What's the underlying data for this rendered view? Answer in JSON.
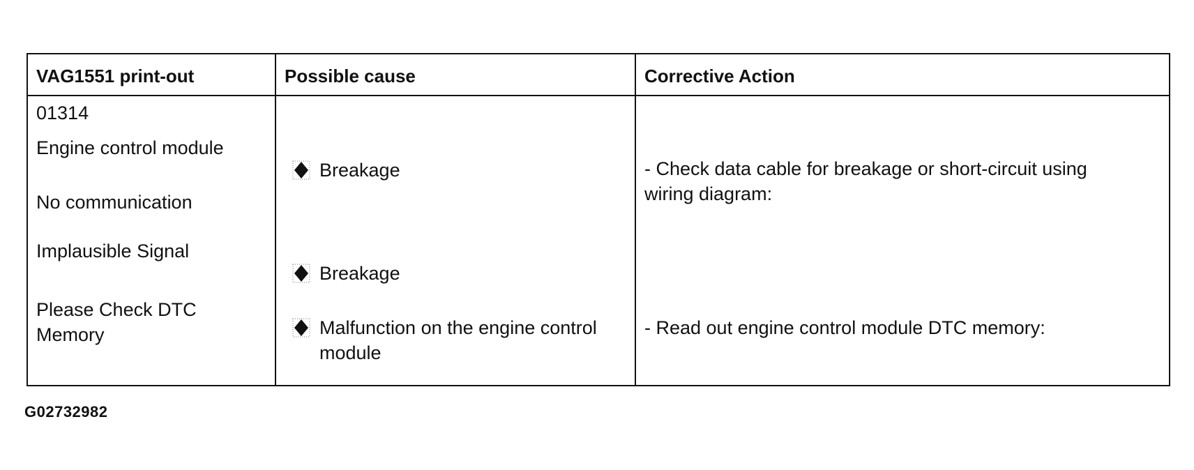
{
  "table": {
    "headers": {
      "printout": "VAG1551 print-out",
      "cause": "Possible cause",
      "action": "Corrective Action"
    },
    "printout_lines": {
      "code": "01314",
      "module": "Engine control module",
      "fault1": "No communication",
      "fault2": "Implausible Signal",
      "fault3_line1": "Please Check DTC",
      "fault3_line2": "Memory"
    },
    "causes": [
      {
        "icon": "diamond-bullet-icon",
        "lines": [
          "Breakage"
        ]
      },
      {
        "icon": "diamond-bullet-icon",
        "lines": [
          "Breakage"
        ]
      },
      {
        "icon": "diamond-bullet-icon",
        "lines": [
          "Malfunction on the engine control",
          "module"
        ]
      }
    ],
    "actions": [
      {
        "lines": [
          "- Check data cable for breakage or short-circuit using",
          "wiring diagram:"
        ]
      },
      {
        "lines": [
          "- Read out engine control module DTC memory:"
        ]
      }
    ]
  },
  "figure_id": "G02732982"
}
